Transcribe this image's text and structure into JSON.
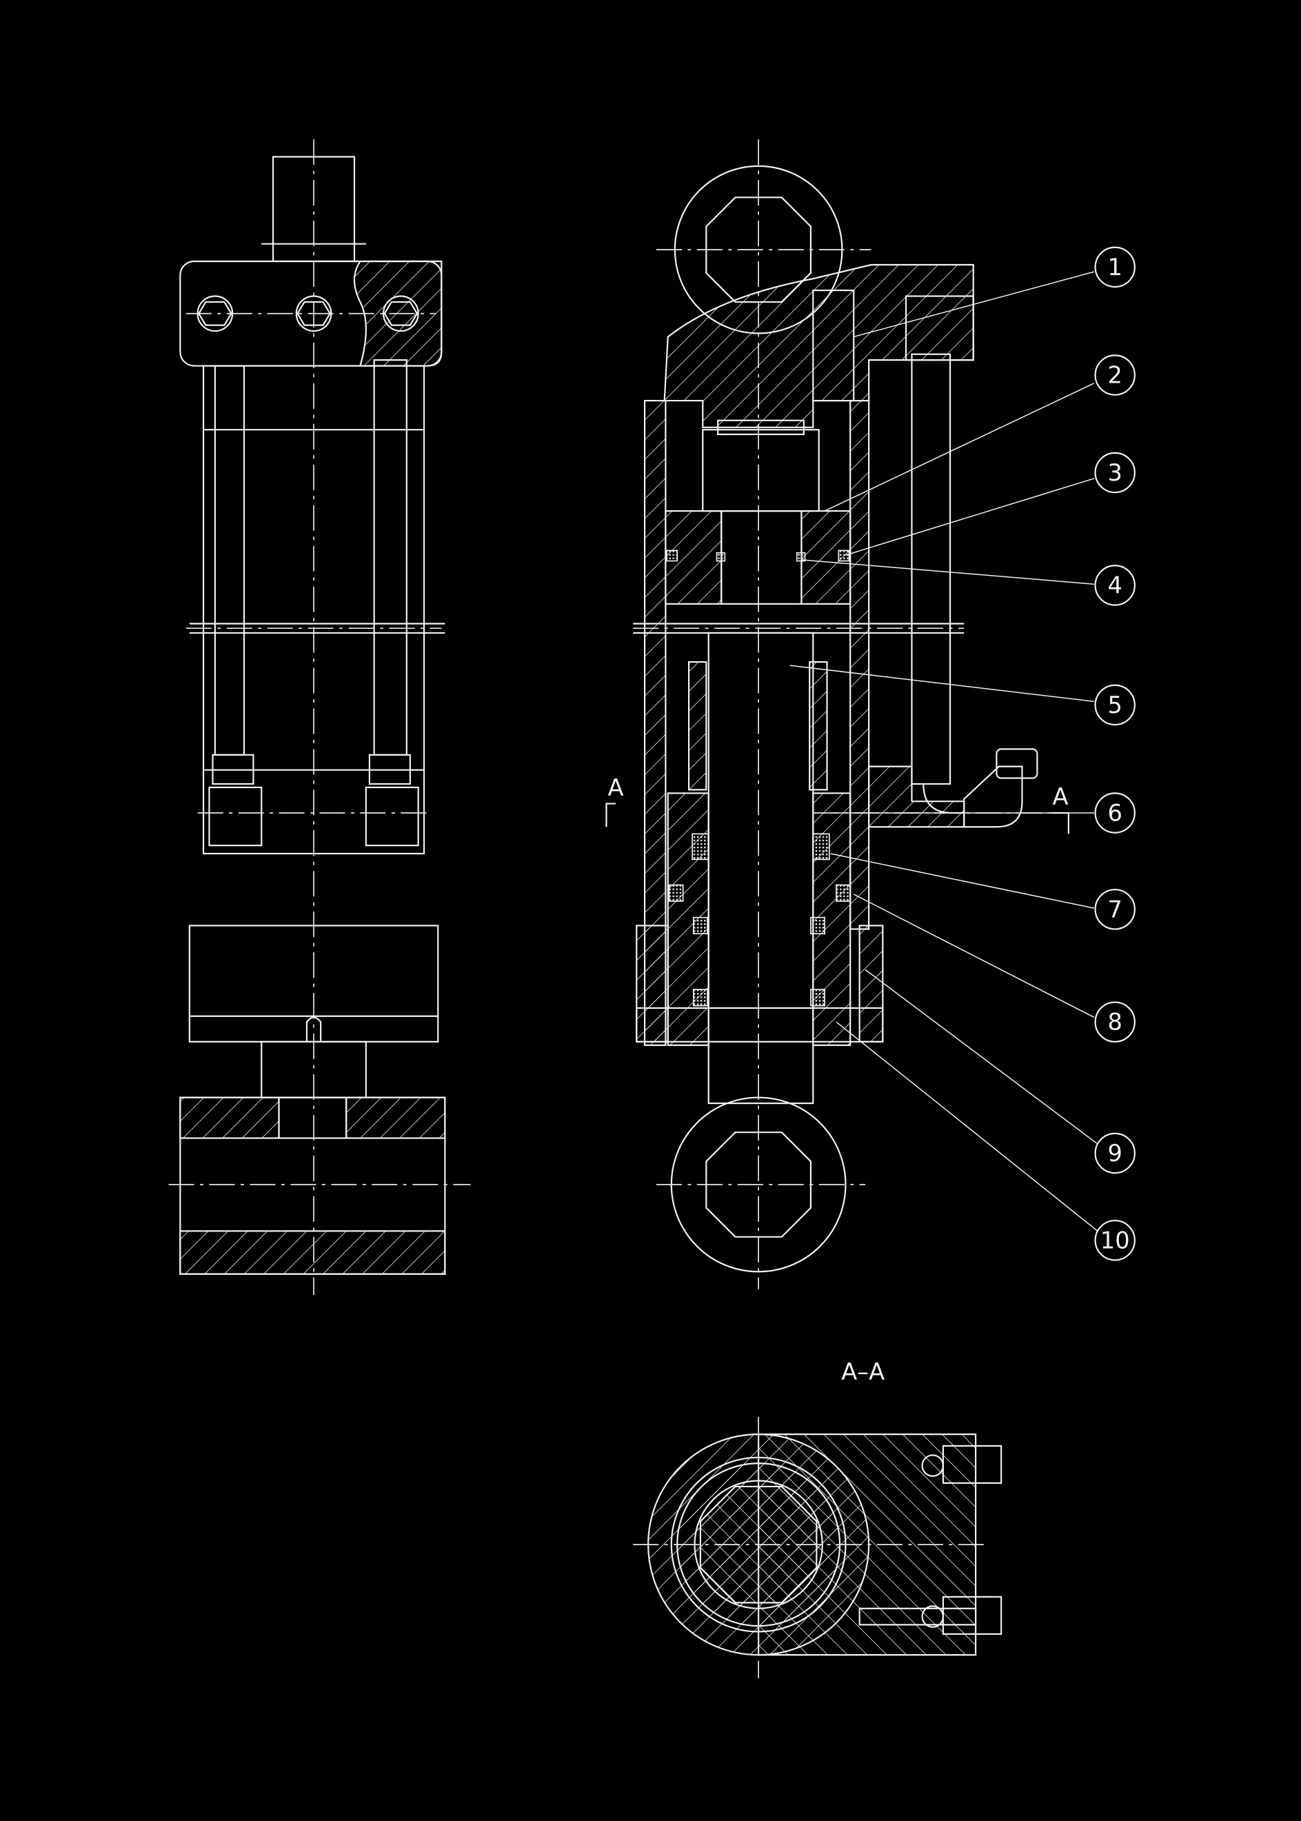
{
  "drawing": {
    "callouts": [
      {
        "number": "1"
      },
      {
        "number": "2"
      },
      {
        "number": "3"
      },
      {
        "number": "4"
      },
      {
        "number": "5"
      },
      {
        "number": "6"
      },
      {
        "number": "7"
      },
      {
        "number": "8"
      },
      {
        "number": "9"
      },
      {
        "number": "10"
      }
    ],
    "section_marker_left": "A",
    "section_marker_right": "A",
    "section_title": "A–A"
  },
  "colors": {
    "background": "#000000",
    "lines": "#f2f2f2"
  }
}
